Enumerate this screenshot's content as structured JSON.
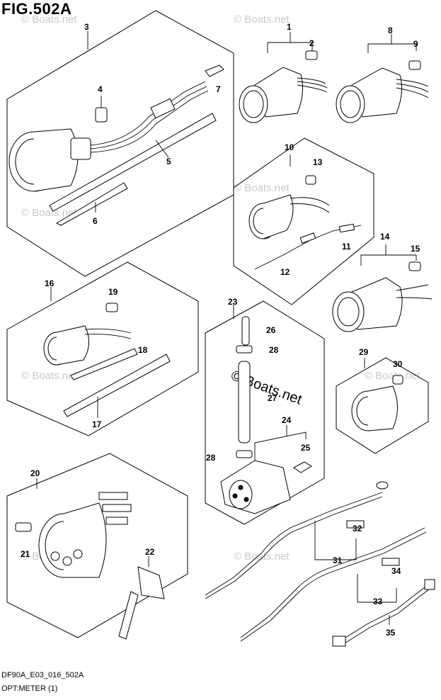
{
  "header": {
    "figure_label": "FIG.502A"
  },
  "footer": {
    "code": "DF90A_E03_016_502A",
    "title": "OPT:METER (1)"
  },
  "watermarks": {
    "text": "© Boats.net",
    "center_text": "© Boats.net"
  },
  "callouts": {
    "c1": "1",
    "c2": "2",
    "c3": "3",
    "c4": "4",
    "c5": "5",
    "c6": "6",
    "c7": "7",
    "c8": "8",
    "c9": "9",
    "c10": "10",
    "c11": "11",
    "c12": "12",
    "c13": "13",
    "c14": "14",
    "c15": "15",
    "c16": "16",
    "c17": "17",
    "c18": "18",
    "c19": "19",
    "c20": "20",
    "c21": "21",
    "c22": "22",
    "c23": "23",
    "c24": "24",
    "c25": "25",
    "c26": "26",
    "c27": "27",
    "c28a": "28",
    "c28b": "28",
    "c29": "29",
    "c30": "30",
    "c31": "31",
    "c32": "32",
    "c33": "33",
    "c34": "34",
    "c35": "35"
  },
  "colors": {
    "line": "#000000",
    "watermark": "#c9c9c9",
    "background": "#ffffff"
  }
}
